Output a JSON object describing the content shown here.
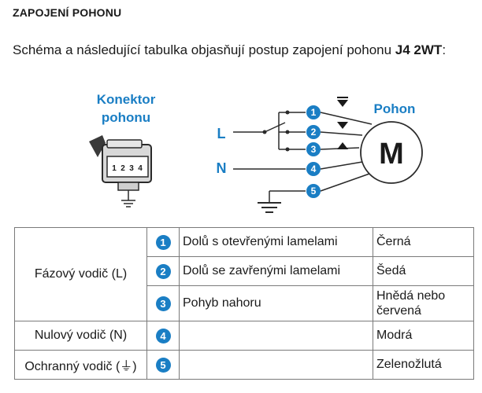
{
  "heading": "ZAPOJENÍ POHONU",
  "intro": {
    "text": "Schéma a následující tabulka objasňují postup zapojení pohonu ",
    "model": "J4 2WT",
    "suffix": ":"
  },
  "diagram": {
    "connector_title_line1": "Konektor",
    "connector_title_line2": "pohonu",
    "connector_pins": [
      "1",
      "2",
      "3",
      "4"
    ],
    "motor_title": "Pohon",
    "motor_symbol": "M",
    "line_L": "L",
    "line_N": "N",
    "terminals": [
      "1",
      "2",
      "3",
      "4",
      "5"
    ],
    "accent_color": "#1a7ec4"
  },
  "table": {
    "rows": [
      {
        "category": "Fázový vodič (L)",
        "num": "1",
        "desc": "Dolů s otevřenými lamelami",
        "color": "Černá"
      },
      {
        "category": "",
        "num": "2",
        "desc": "Dolů se zavřenými lamelami",
        "color": "Šedá"
      },
      {
        "category": "",
        "num": "3",
        "desc": "Pohyb nahoru",
        "color": "Hnědá nebo červená"
      },
      {
        "category": "Nulový vodič (N)",
        "num": "4",
        "desc": "",
        "color": "Modrá"
      },
      {
        "category": "Ochranný vodič (⏚)",
        "num": "5",
        "desc": "",
        "color": "Zelenožlutá"
      }
    ]
  }
}
